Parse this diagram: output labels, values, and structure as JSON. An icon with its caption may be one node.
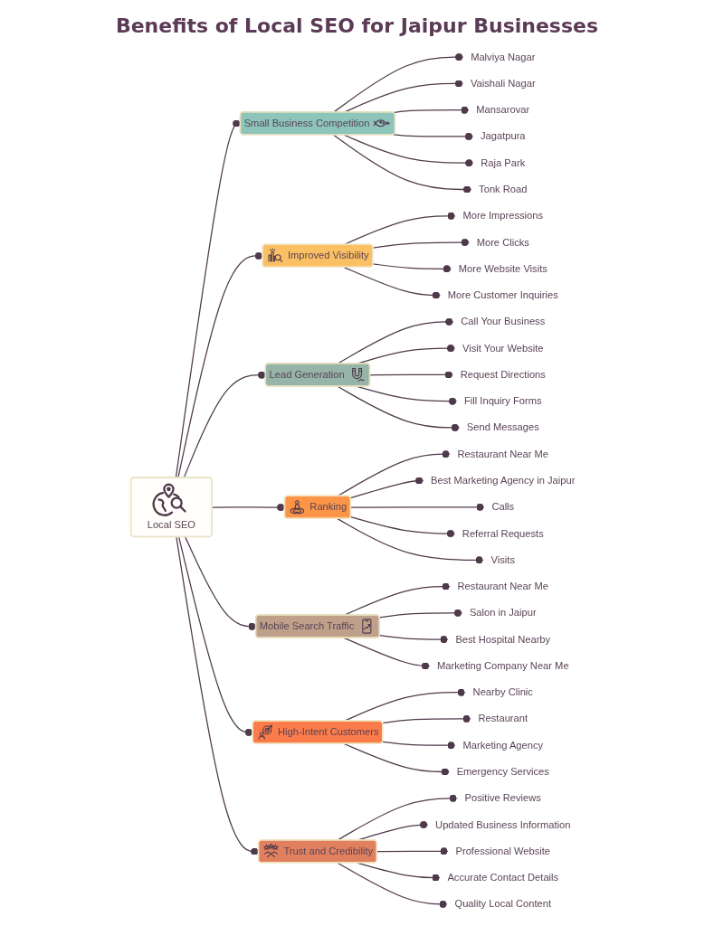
{
  "diagram": {
    "title": "Benefits of Local SEO for Jaipur Businesses",
    "nodes": [
      {
        "text": [
          "Small Business Competition"
        ]
      },
      {
        "text": [
          "Malviya Nagar"
        ]
      },
      {
        "text": [
          "Vaishali Nagar"
        ]
      },
      {
        "text": [
          "Mansarovar"
        ]
      },
      {
        "text": [
          "Jagatpura"
        ]
      },
      {
        "text": [
          "Raja Park"
        ]
      },
      {
        "text": [
          "Tonk Road"
        ]
      },
      {
        "text": [
          "Improved Visibility"
        ]
      },
      {
        "text": [
          "More Impressions"
        ]
      },
      {
        "text": [
          "More Clicks"
        ]
      },
      {
        "text": [
          "More Website Visits"
        ]
      },
      {
        "text": [
          "More Customer Inquiries"
        ]
      },
      {
        "text": [
          "Lead Generation"
        ]
      },
      {
        "text": [
          "Call Your Business"
        ]
      },
      {
        "text": [
          "Visit Your Website"
        ]
      },
      {
        "text": [
          "Request Directions"
        ]
      },
      {
        "text": [
          "Fill Inquiry Forms"
        ]
      },
      {
        "text": [
          "Send Messages"
        ]
      },
      {
        "text": [
          "Ranking"
        ]
      },
      {
        "text": [
          "Restaurant Near Me"
        ]
      },
      {
        "text": [
          "Best Marketing Agency in Jaipur"
        ]
      },
      {
        "text": [
          "Calls"
        ]
      },
      {
        "text": [
          "Referral Requests"
        ]
      },
      {
        "text": [
          "Visits"
        ]
      },
      {
        "text": [
          "Local SEO"
        ]
      },
      {
        "text": [
          "Mobile Search Traffic"
        ]
      },
      {
        "text": [
          "Restaurant Near Me"
        ]
      },
      {
        "text": [
          "Salon in Jaipur"
        ]
      },
      {
        "text": [
          "Best Hospital Nearby"
        ]
      },
      {
        "text": [
          "Marketing Company Near Me"
        ]
      },
      {
        "text": [
          "High-Intent Customers"
        ]
      },
      {
        "text": [
          "Nearby Clinic"
        ]
      },
      {
        "text": [
          "Restaurant"
        ]
      },
      {
        "text": [
          "Marketing Agency"
        ]
      },
      {
        "text": [
          "Emergency Services"
        ]
      },
      {
        "text": [
          "Trust and Credibility"
        ]
      },
      {
        "text": [
          "Positive Reviews"
        ]
      },
      {
        "text": [
          "Updated Business Information"
        ]
      },
      {
        "text": [
          "Professional Website"
        ]
      },
      {
        "text": [
          "Accurate Contact Details"
        ]
      },
      {
        "text": [
          "Quality Local Content"
        ]
      }
    ],
    "edges": [
      {
        "from": 24,
        "to": 0,
        "arrow": "other"
      },
      {
        "from": 24,
        "to": 7,
        "arrow": "other"
      },
      {
        "from": 24,
        "to": 12,
        "arrow": "other"
      },
      {
        "from": 24,
        "to": 18,
        "arrow": "other"
      },
      {
        "from": 24,
        "to": 25,
        "arrow": "other"
      },
      {
        "from": 24,
        "to": 30,
        "arrow": "other"
      },
      {
        "from": 24,
        "to": 35,
        "arrow": "other"
      },
      {
        "from": 0,
        "to": 1,
        "arrow": "other"
      },
      {
        "from": 0,
        "to": 2,
        "arrow": "other"
      },
      {
        "from": 0,
        "to": 3,
        "arrow": "other"
      },
      {
        "from": 0,
        "to": 4,
        "arrow": "other"
      },
      {
        "from": 0,
        "to": 5,
        "arrow": "other"
      },
      {
        "from": 0,
        "to": 6,
        "arrow": "other"
      },
      {
        "from": 7,
        "to": 8,
        "arrow": "other"
      },
      {
        "from": 7,
        "to": 9,
        "arrow": "other"
      },
      {
        "from": 7,
        "to": 10,
        "arrow": "other"
      },
      {
        "from": 7,
        "to": 11,
        "arrow": "other"
      },
      {
        "from": 12,
        "to": 13,
        "arrow": "other"
      },
      {
        "from": 12,
        "to": 14,
        "arrow": "other"
      },
      {
        "from": 12,
        "to": 15,
        "arrow": "other"
      },
      {
        "from": 12,
        "to": 16,
        "arrow": "other"
      },
      {
        "from": 12,
        "to": 17,
        "arrow": "other"
      },
      {
        "from": 18,
        "to": 19,
        "arrow": "other"
      },
      {
        "from": 18,
        "to": 20,
        "arrow": "other"
      },
      {
        "from": 18,
        "to": 21,
        "arrow": "other"
      },
      {
        "from": 18,
        "to": 22,
        "arrow": "other"
      },
      {
        "from": 18,
        "to": 23,
        "arrow": "other"
      },
      {
        "from": 25,
        "to": 26,
        "arrow": "other"
      },
      {
        "from": 25,
        "to": 27,
        "arrow": "other"
      },
      {
        "from": 25,
        "to": 28,
        "arrow": "other"
      },
      {
        "from": 25,
        "to": 29,
        "arrow": "other"
      },
      {
        "from": 30,
        "to": 31,
        "arrow": "other"
      },
      {
        "from": 30,
        "to": 32,
        "arrow": "other"
      },
      {
        "from": 30,
        "to": 33,
        "arrow": "other"
      },
      {
        "from": 30,
        "to": 34,
        "arrow": "other"
      },
      {
        "from": 35,
        "to": 36,
        "arrow": "other"
      },
      {
        "from": 35,
        "to": 37,
        "arrow": "other"
      },
      {
        "from": 35,
        "to": 38,
        "arrow": "other"
      },
      {
        "from": 35,
        "to": 39,
        "arrow": "other"
      },
      {
        "from": 35,
        "to": 40,
        "arrow": "other"
      }
    ]
  }
}
